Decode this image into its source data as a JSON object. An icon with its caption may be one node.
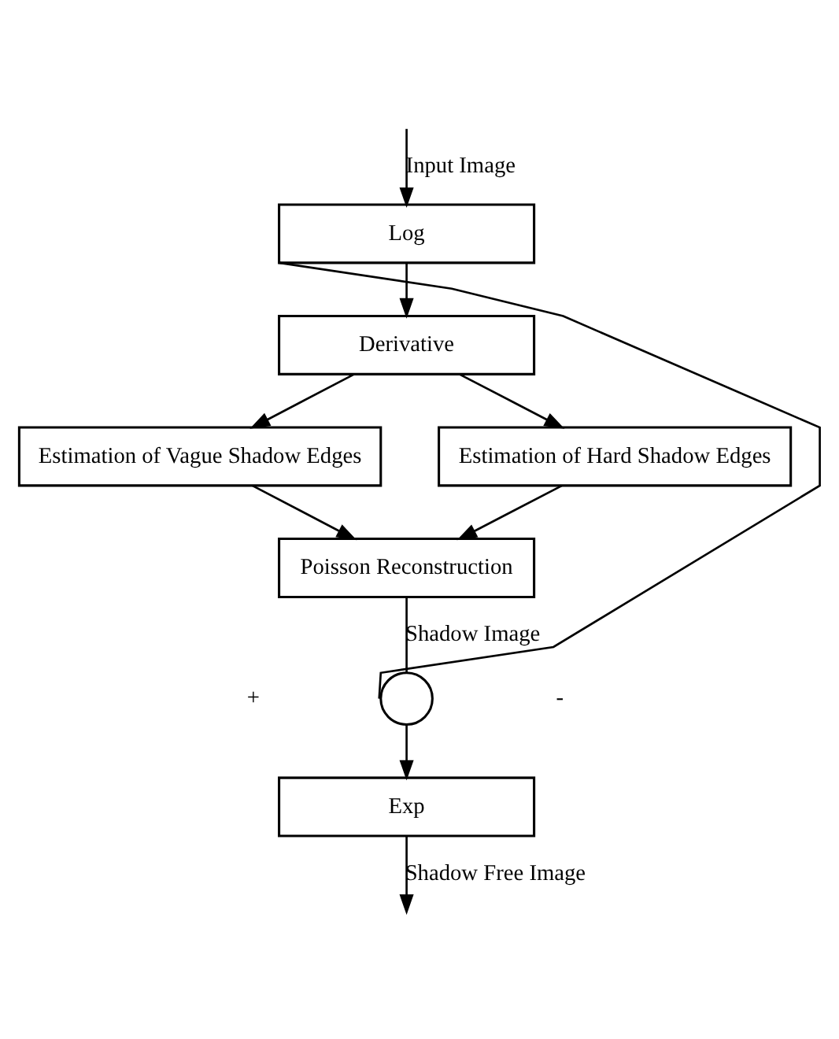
{
  "diagram": {
    "nodes": [
      {
        "text": [
          "Log"
        ]
      },
      {
        "text": [
          "Derivative"
        ]
      },
      {
        "text": [
          "Estimation of Vague Shadow Edges"
        ]
      },
      {
        "text": [
          "Estimation of Hard Shadow Edges"
        ]
      },
      {
        "text": [
          "Poisson Reconstruction"
        ]
      },
      {
        "text": [],
        "shape": "circle"
      },
      {
        "text": [
          "Exp"
        ]
      }
    ],
    "edges": [
      {
        "from": null,
        "to": 0,
        "arrow": "to",
        "label": "Input Image"
      },
      {
        "from": 0,
        "to": 1,
        "arrow": "to"
      },
      {
        "from": 1,
        "to": 2,
        "arrow": "to"
      },
      {
        "from": 1,
        "to": 3,
        "arrow": "to"
      },
      {
        "from": 2,
        "to": 4,
        "arrow": "to"
      },
      {
        "from": 3,
        "to": 4,
        "arrow": "to"
      },
      {
        "from": 4,
        "to": 5,
        "arrow": "none",
        "label": "Shadow Image"
      },
      {
        "from": 0,
        "to": 5,
        "arrow": "none"
      },
      {
        "from": 5,
        "to": 6,
        "arrow": "to"
      },
      {
        "from": 6,
        "to": null,
        "arrow": "to",
        "label": "Shadow Free Image"
      }
    ],
    "labels": [
      "-",
      "+"
    ]
  }
}
